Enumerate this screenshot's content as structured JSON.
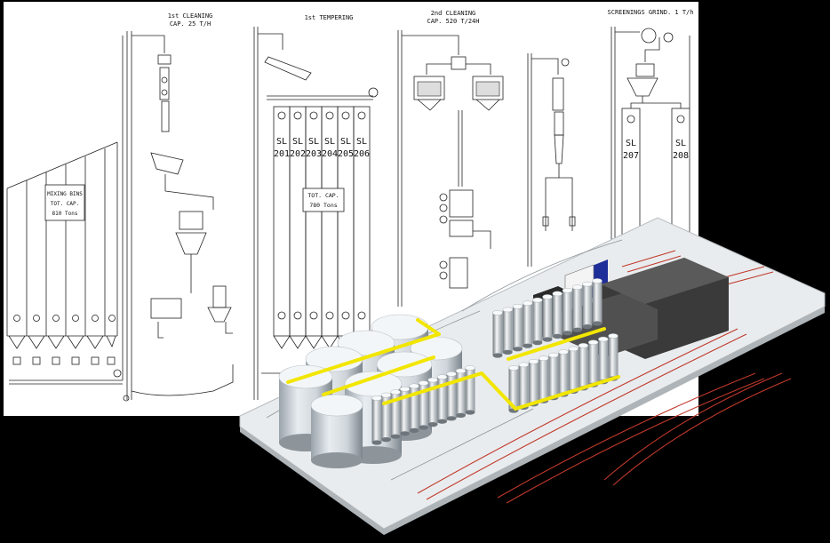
{
  "flow_sheet": {
    "sections": [
      {
        "title": "1st CLEANING",
        "capacity": "CAP. 25 T/H"
      },
      {
        "title": "1st TEMPERING",
        "capacity": ""
      },
      {
        "title": "2nd CLEANING",
        "capacity": "CAP. 520 T/24H"
      },
      {
        "title": "SCREENINGS GRIND. 1 T/h",
        "capacity": ""
      }
    ],
    "mixing_bins": {
      "line1": "MIXING BINS",
      "line2": "TOT. CAP.",
      "line3": "810 Tons"
    },
    "tempering_total": {
      "line1": "TOT. CAP.",
      "line2": "780 Tons"
    },
    "tempering_silos": [
      {
        "prefix": "SL",
        "number": "201"
      },
      {
        "prefix": "SL",
        "number": "202"
      },
      {
        "prefix": "SL",
        "number": "203"
      },
      {
        "prefix": "SL",
        "number": "204"
      },
      {
        "prefix": "SL",
        "number": "205"
      },
      {
        "prefix": "SL",
        "number": "206"
      }
    ],
    "screening_silos": [
      {
        "prefix": "SL",
        "number": "207"
      },
      {
        "prefix": "SL",
        "number": "208"
      }
    ]
  },
  "colors": {
    "background": "#000000",
    "sheet": "#ffffff",
    "line": "#222222",
    "conveyor": "#f2e600",
    "silo": "#dfe4e8",
    "platform": "#e9ecee",
    "rail": "#c0392b",
    "building": "#333333",
    "accent_blue": "#1f2f9a"
  }
}
